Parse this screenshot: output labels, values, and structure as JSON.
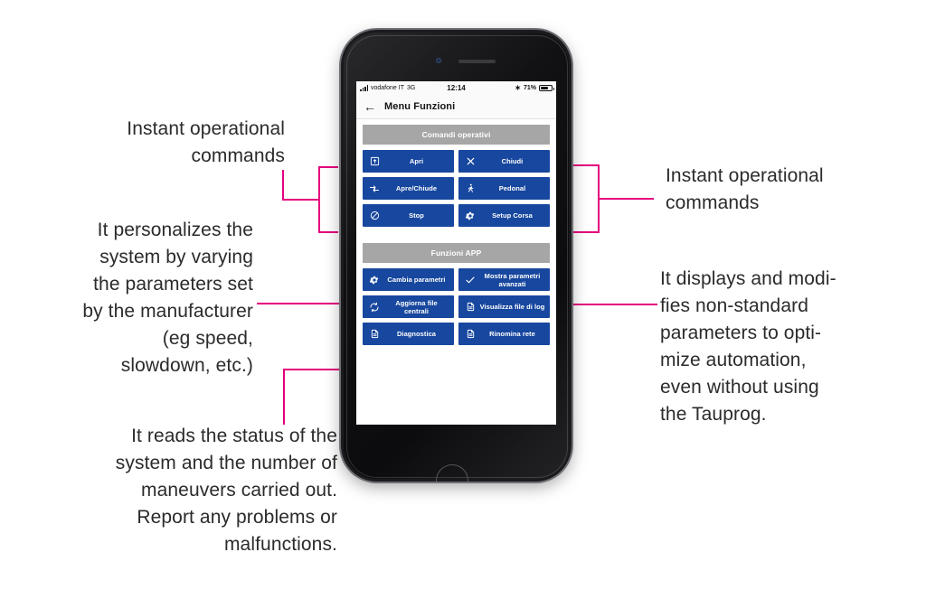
{
  "callouts": {
    "top_left": "Instant operational\ncommands",
    "top_right": "Instant operational\ncommands",
    "mid_left": "It personalizes the\nsystem by varying\nthe parameters set\nby the manufacturer\n(eg speed,\nslowdown, etc.)",
    "mid_right": "It displays and modi-\nfies non-standard\nparameters to opti-\nmize automation,\neven without using\nthe Tauprog.",
    "bottom_left": "It reads the status of the\nsystem and the number of\nmaneuvers carried out.\nReport any problems or\nmalfunctions."
  },
  "phone": {
    "status_bar": {
      "signal_icon": "signal-bars-icon",
      "carrier": "vodafone IT",
      "network": "3G",
      "time": "12:14",
      "bluetooth_icon": "bluetooth-icon",
      "battery_percent": "71%",
      "battery_icon": "battery-icon"
    },
    "app_bar": {
      "back_icon": "arrow-left-icon",
      "title": "Menu Funzioni"
    },
    "sections": [
      {
        "header": "Comandi operativi",
        "buttons": [
          {
            "icon": "open-box-arrow-icon",
            "label": "Apri"
          },
          {
            "icon": "close-x-icon",
            "label": "Chiudi"
          },
          {
            "icon": "open-close-arrows-icon",
            "label": "Apre/Chiude"
          },
          {
            "icon": "pedestrian-icon",
            "label": "Pedonal"
          },
          {
            "icon": "stop-circle-icon",
            "label": "Stop"
          },
          {
            "icon": "gear-icon",
            "label": "Setup Corsa"
          }
        ]
      },
      {
        "header": "Funzioni APP",
        "buttons": [
          {
            "icon": "gear-icon",
            "label": "Cambia parametri"
          },
          {
            "icon": "check-icon",
            "label": "Mostra parametri avanzati"
          },
          {
            "icon": "refresh-icon",
            "label": "Aggiorna file centrali"
          },
          {
            "icon": "document-icon",
            "label": "Visualizza file di log"
          },
          {
            "icon": "document-icon",
            "label": "Diagnostica"
          },
          {
            "icon": "document-icon",
            "label": "Rinomina rete"
          }
        ]
      }
    ]
  },
  "colors": {
    "accent_line": "#e5007e",
    "button_blue": "#17479e",
    "section_gray": "#a6a6a6",
    "text_dark": "#2b2b2b"
  }
}
